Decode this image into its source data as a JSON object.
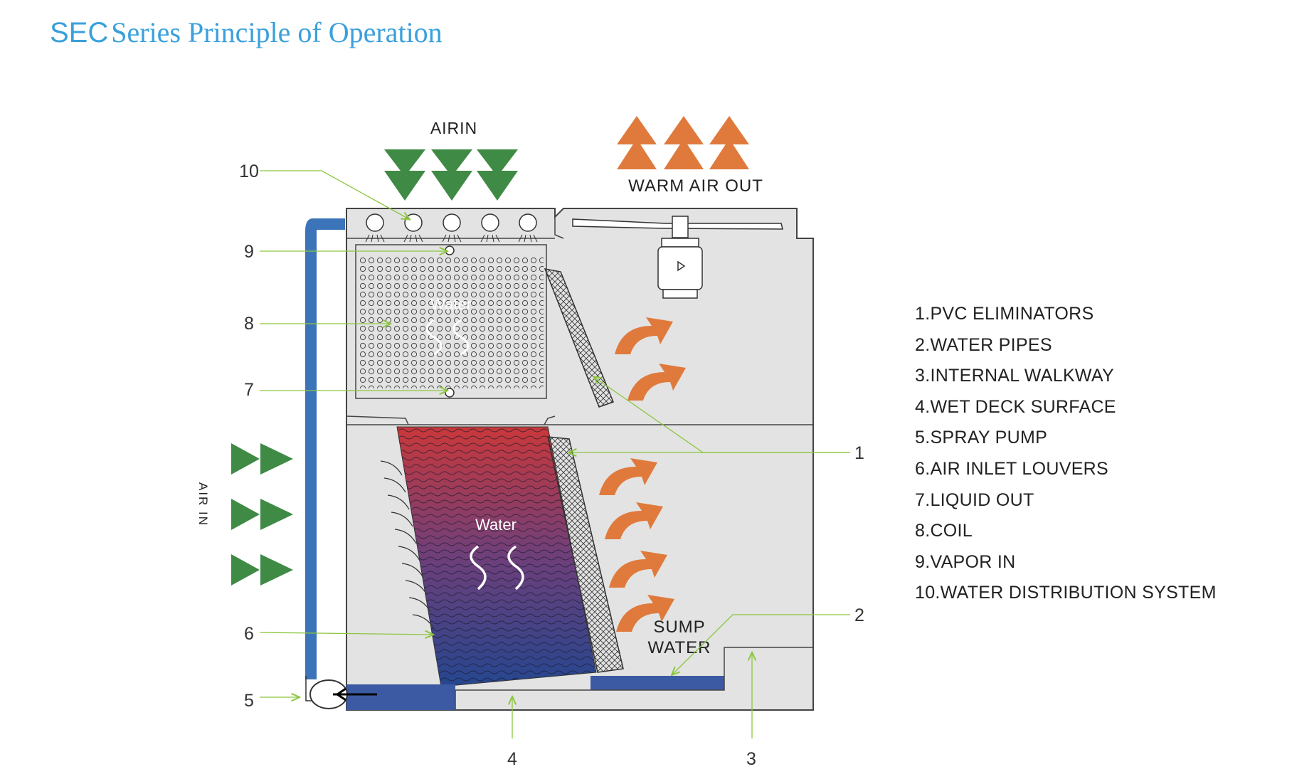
{
  "title": {
    "brand": "SEC",
    "text": "Series  Principle of Operation"
  },
  "labels": {
    "air_in_top": "AIRIN",
    "warm_air_out": "WARM AIR OUT",
    "air_in_side": "AIR IN",
    "water_upper": "Water",
    "water_lower": "Water",
    "sump_line1": "SUMP",
    "sump_line2": "WATER"
  },
  "callouts": [
    "1",
    "2",
    "3",
    "4",
    "5",
    "6",
    "7",
    "8",
    "9",
    "10"
  ],
  "legend": [
    "1.PVC ELIMINATORS",
    "2.WATER PIPES",
    "3.INTERNAL WALKWAY",
    "4.WET DECK SURFACE",
    "5.SPRAY PUMP",
    "6.AIR INLET LOUVERS",
    "7.LIQUID OUT",
    "8.COIL",
    "9.VAPOR IN",
    "10.WATER DISTRIBUTION  SYSTEM"
  ],
  "colors": {
    "title": "#3aa0dc",
    "casing": "#e3e3e3",
    "air_in_arrow": "#3f8a45",
    "warm_air_arrow": "#e07a3c",
    "pipe": "#3b74b8",
    "water": "#3c5aa3",
    "leader": "#8cc63f",
    "deck_top": "#c9383a",
    "deck_bottom": "#25468f"
  },
  "icons": [
    "down-arrow-icon",
    "up-arrow-icon",
    "right-arrow-icon",
    "curved-arrow-icon",
    "spray-nozzle-icon",
    "fan-motor-icon",
    "pump-icon"
  ]
}
